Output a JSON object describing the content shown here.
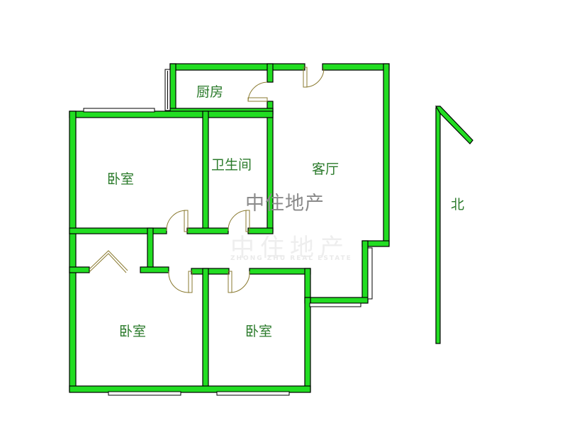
{
  "floorplan": {
    "rooms": [
      {
        "id": "kitchen",
        "label": "厨房"
      },
      {
        "id": "bathroom",
        "label": "卫生间"
      },
      {
        "id": "living-room",
        "label": "客厅"
      },
      {
        "id": "bedroom-1",
        "label": "卧室"
      },
      {
        "id": "bedroom-2",
        "label": "卧室"
      },
      {
        "id": "bedroom-3",
        "label": "卧室"
      }
    ],
    "compass": {
      "label": "北"
    },
    "watermark": {
      "main": "中住地产",
      "faint": "中住地产",
      "faint_en": "ZHONG ZHU REAL ESTATE"
    },
    "colors": {
      "wall": "#22dd22",
      "label": "#2a7a2a",
      "door": "#8a7a30",
      "watermark": "#8a8a8a"
    }
  }
}
